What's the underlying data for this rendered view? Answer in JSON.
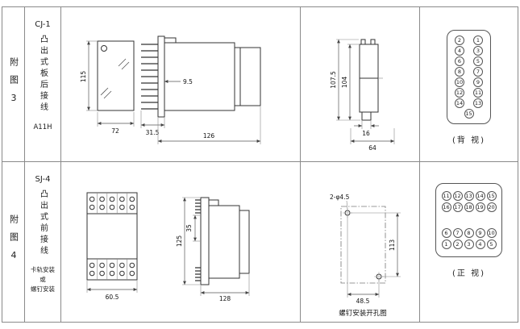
{
  "figure3": {
    "fig_label": "附图3",
    "model": "CJ-1",
    "wiring_type": "凸出式板后接线",
    "code": "A11H",
    "front_view": {
      "dim_height": "115",
      "dim_width": "72"
    },
    "side_view": {
      "dim_pin_depth": "31.5",
      "dim_step": "9.5",
      "dim_length": "126"
    },
    "section_view": {
      "dim_total_height": "107.5",
      "dim_inner_height": "104",
      "dim_base_width": "16",
      "dim_depth": "64"
    },
    "terminal_view": {
      "caption": "(背 视)",
      "terminals": [
        "2",
        "1",
        "4",
        "3",
        "6",
        "5",
        "8",
        "7",
        "10",
        "9",
        "12",
        "11",
        "14",
        "13",
        "15"
      ]
    }
  },
  "figure4": {
    "fig_label": "附图4",
    "model": "SJ-4",
    "wiring_type": "凸出式前接线",
    "mount_note": [
      "卡轨安装",
      "或",
      "螺钉安装"
    ],
    "front_view": {
      "dim_width": "60.5"
    },
    "side_view": {
      "dim_height": "125",
      "dim_inner": "35",
      "dim_length": "128"
    },
    "drill_view": {
      "hole_label": "2-φ4.5",
      "dim_vertical": "113",
      "dim_horizontal": "48.5",
      "caption": "螺钉安装开孔图"
    },
    "terminal_view": {
      "caption": "(正 视)",
      "top_terminals": [
        "11",
        "12",
        "13",
        "14",
        "15",
        "16",
        "17",
        "18",
        "19",
        "20"
      ],
      "bottom_terminals": [
        "6",
        "7",
        "8",
        "9",
        "10",
        "1",
        "2",
        "3",
        "4",
        "5"
      ]
    }
  }
}
